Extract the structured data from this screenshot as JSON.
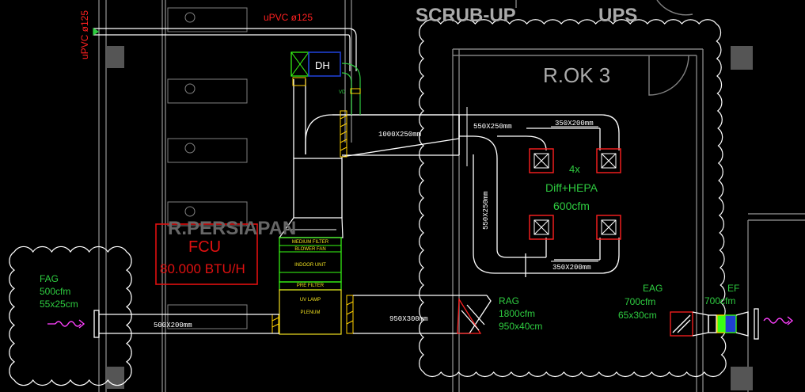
{
  "colors": {
    "background": "#000000",
    "duct": "#ffffff",
    "wall": "#808080",
    "cloud": "#ffffff",
    "label_green": "#2ecc40",
    "label_red": "#ff2020",
    "fcu_red": "#e01010",
    "unit_green": "#39ff14",
    "plenum_yellow": "#f0e020",
    "filter_yellow": "#ffd000",
    "dh_blue": "#1f3fd0",
    "arrow_magenta": "#ff40ff",
    "room_text_gray": "#aaaaaa",
    "column_gray": "#555555"
  },
  "rooms": {
    "room_name": "R.OK 3",
    "scrub_up": "SCRUB-UP",
    "ups": "UPS",
    "persiapan": "R.PERSIAPAN"
  },
  "pipe": {
    "top_label": "uPVC ø125",
    "side_label": "uPVC ø125"
  },
  "equipment": {
    "dh_label": "DH",
    "vd_label": "VD",
    "fcu_title": "FCU",
    "fcu_capacity": "80.000 BTU/H",
    "ahu_sections": [
      "MEDIUM FILTER",
      "BLOWER FAN",
      "INDOOR UNIT",
      "PRE FILTER",
      "UV LAMP",
      "PLENUM"
    ]
  },
  "ducts": {
    "main_supply": "1000X250mm",
    "branch_top": "550X250mm",
    "branch_vertical": "550X250mm",
    "diff_top": "350X200mm",
    "diff_bottom": "350X200mm",
    "fresh_air": "500X200mm",
    "return_air": "950X300mm"
  },
  "diffusers": {
    "count": "4x",
    "type": "Diff+HEPA",
    "flow": "600cfm"
  },
  "fag": {
    "name": "FAG",
    "flow": "500cfm",
    "size": "55x25cm"
  },
  "rag": {
    "name": "RAG",
    "flow": "1800cfm",
    "size": "950x40cm"
  },
  "eag": {
    "name": "EAG",
    "flow": "700cfm",
    "size": "65x30cm"
  },
  "ef": {
    "name": "EF",
    "flow": "700cfm"
  }
}
